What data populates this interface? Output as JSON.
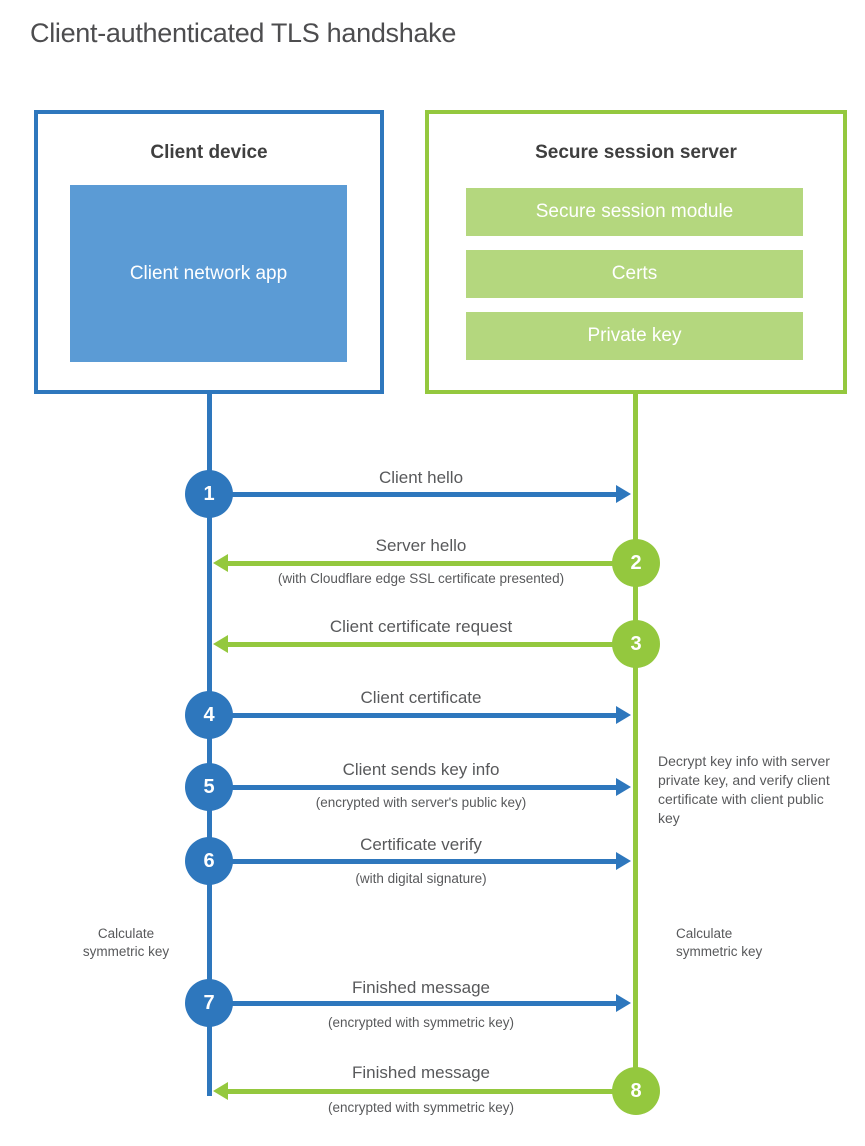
{
  "title": "Client-authenticated TLS handshake",
  "client_box": {
    "title": "Client device",
    "app_label": "Client network app"
  },
  "server_box": {
    "title": "Secure session server",
    "modules": [
      "Secure session module",
      "Certs",
      "Private key"
    ]
  },
  "steps": [
    {
      "num": "1",
      "label": "Client hello",
      "sublabel": "",
      "from": "client",
      "direction": "right"
    },
    {
      "num": "2",
      "label": "Server hello",
      "sublabel": "(with Cloudflare edge SSL certificate presented)",
      "from": "server",
      "direction": "left"
    },
    {
      "num": "3",
      "label": "Client certificate request",
      "sublabel": "",
      "from": "server",
      "direction": "left"
    },
    {
      "num": "4",
      "label": "Client certificate",
      "sublabel": "",
      "from": "client",
      "direction": "right"
    },
    {
      "num": "5",
      "label": "Client sends key info",
      "sublabel": "(encrypted with server's public key)",
      "from": "client",
      "direction": "right"
    },
    {
      "num": "6",
      "label": "Certificate verify",
      "sublabel": "(with digital signature)",
      "from": "client",
      "direction": "right"
    },
    {
      "num": "7",
      "label": "Finished message",
      "sublabel": "(encrypted with symmetric key)",
      "from": "client",
      "direction": "right"
    },
    {
      "num": "8",
      "label": "Finished message",
      "sublabel": "(encrypted with symmetric key)",
      "from": "server",
      "direction": "left"
    }
  ],
  "notes": {
    "decrypt": "Decrypt key info with server private key, and verify client certificate with client public key",
    "calc_left": "Calculate symmetric key",
    "calc_right": "Calculate symmetric key"
  },
  "colors": {
    "blue": "#2e77bd",
    "blue_fill": "#5b9bd5",
    "green": "#94c83e",
    "green_fill": "#b4d77e"
  }
}
